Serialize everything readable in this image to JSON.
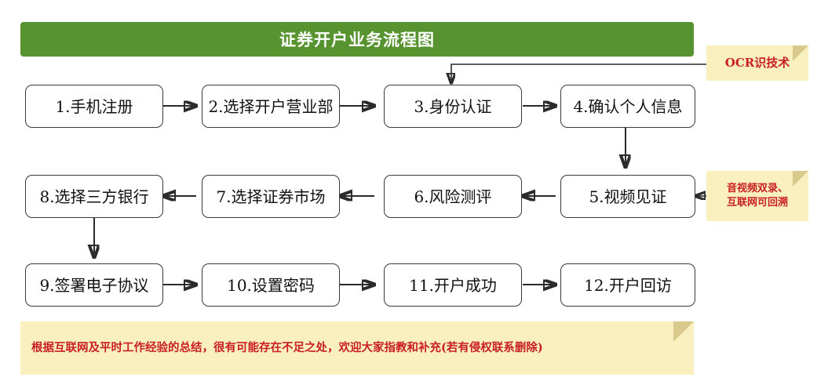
{
  "title": {
    "text": "证券开户业务流程图",
    "background_color": "#57932f",
    "text_color": "#ffffff"
  },
  "nodes": [
    {
      "id": "n1",
      "label": "1.手机注册",
      "row": 1,
      "col": 1
    },
    {
      "id": "n2",
      "label": "2.选择开户营业部",
      "row": 1,
      "col": 2
    },
    {
      "id": "n3",
      "label": "3.身份认证",
      "row": 1,
      "col": 3
    },
    {
      "id": "n4",
      "label": "4.确认个人信息",
      "row": 1,
      "col": 4
    },
    {
      "id": "n8",
      "label": "8.选择三方银行",
      "row": 2,
      "col": 1
    },
    {
      "id": "n7",
      "label": "7.选择证券市场",
      "row": 2,
      "col": 2
    },
    {
      "id": "n6",
      "label": "6.风险测评",
      "row": 2,
      "col": 3
    },
    {
      "id": "n5",
      "label": "5.视频见证",
      "row": 2,
      "col": 4
    },
    {
      "id": "n9",
      "label": "9.签署电子协议",
      "row": 3,
      "col": 1
    },
    {
      "id": "n10",
      "label": "10.设置密码",
      "row": 3,
      "col": 2
    },
    {
      "id": "n11",
      "label": "11.开户成功",
      "row": 3,
      "col": 3
    },
    {
      "id": "n12",
      "label": "12.开户回访",
      "row": 3,
      "col": 4
    }
  ],
  "callouts": {
    "ocr": {
      "text": "OCR识技术",
      "target": "3.身份认证",
      "background_color": "#faf0bf",
      "text_color": "#c81f20"
    },
    "audio_video": {
      "text": "音视频双录、\n互联网可回溯",
      "target": "5.视频见证",
      "background_color": "#faf0bf",
      "text_color": "#c81f20"
    }
  },
  "footer": {
    "text": "根据互联网及平时工作经验的总结，很有可能存在不足之处，欢迎大家指教和补充(若有侵权联系删除)",
    "background_color": "#faf0bf",
    "text_color": "#c81f20"
  },
  "flow_order": [
    "1.手机注册",
    "2.选择开户营业部",
    "3.身份认证",
    "4.确认个人信息",
    "5.视频见证",
    "6.风险测评",
    "7.选择证券市场",
    "8.选择三方银行",
    "9.签署电子协议",
    "10.设置密码",
    "11.开户成功",
    "12.开户回访"
  ]
}
